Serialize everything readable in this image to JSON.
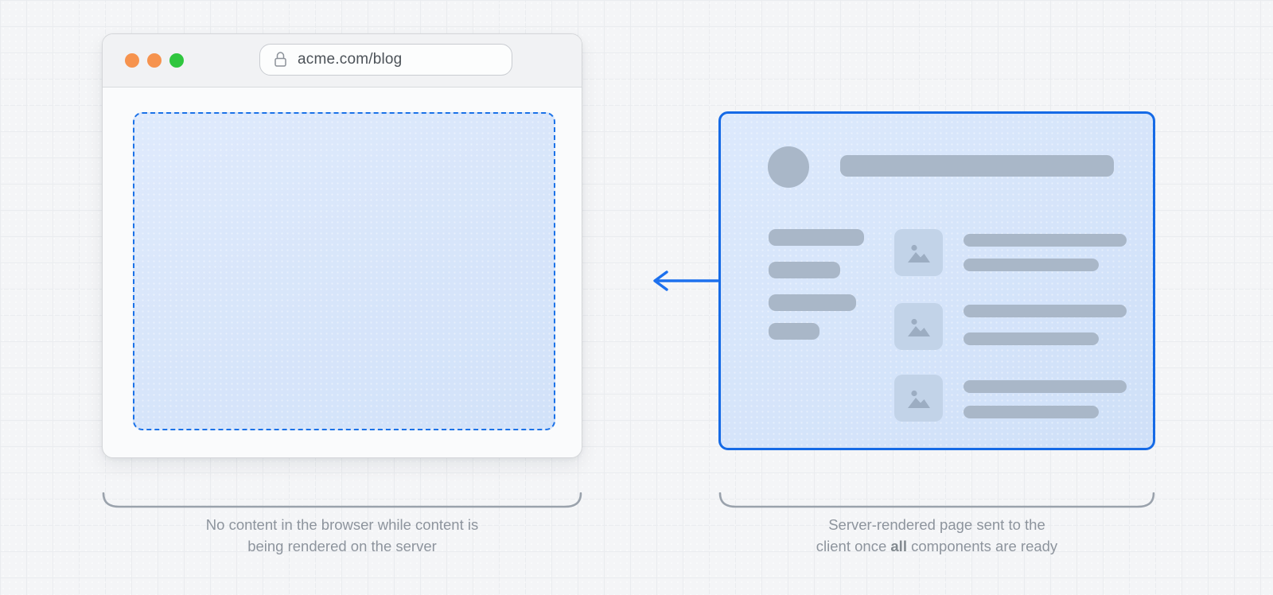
{
  "browser_window": {
    "url": "acme.com/blog",
    "traffic_lights": [
      "#f6934e",
      "#f6934e",
      "#2fc63e"
    ]
  },
  "icons": {
    "lock": "lock-icon",
    "image_placeholder": "image-icon",
    "arrow": "arrow-left-icon"
  },
  "colors": {
    "accent_blue": "#1b72e8",
    "card_border": "#156ae6",
    "skeleton": "#a9b7c8",
    "placeholder_fill": "#c2d3e8",
    "placeholder_icon": "#9cadc2",
    "panel_fill_light": "#dce9fc",
    "panel_fill_dark": "#cfe0f8",
    "brace": "#9aa2ac",
    "caption_text": "#8d949d"
  },
  "captions": {
    "left_line1": "No content in the browser while content is",
    "left_line2": "being rendered on the server",
    "right_line1": "Server-rendered page sent to the",
    "right_line2_prefix": "client once ",
    "right_line2_bold": "all",
    "right_line2_suffix": " components are ready"
  }
}
